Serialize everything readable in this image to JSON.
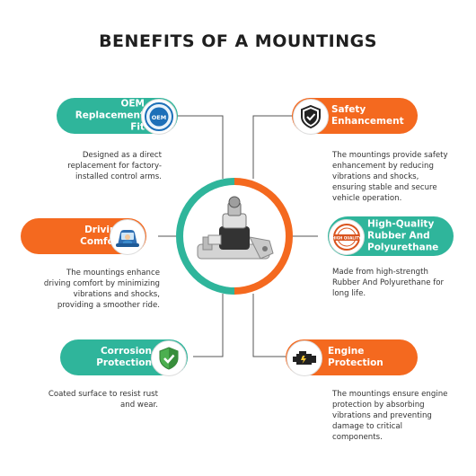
{
  "title": "BENEFITS OF A MOUNTINGS",
  "colors": {
    "teal": "#2fb59b",
    "orange": "#f4691f",
    "connector": "#555555"
  },
  "benefits": [
    {
      "title": "OEM Replacement Fit",
      "icon": "oem-badge-icon",
      "icon_text": "OEM",
      "description": "Designed as a direct replacement for factory-installed control arms."
    },
    {
      "title": "Safety Enhancement",
      "icon": "shield-check-icon",
      "description": "The mountings provide safety enhancement by reducing vibrations and shocks, ensuring stable and secure vehicle operation."
    },
    {
      "title": "Driving Comfort",
      "icon": "driver-icon",
      "description": "The mountings enhance driving comfort by minimizing vibrations and shocks, providing a smoother ride."
    },
    {
      "title": "High-Quality Rubber And Polyurethane",
      "icon": "high-quality-stamp-icon",
      "icon_text": "HIGH QUALITY",
      "description": "Made from high-strength Rubber And Polyurethane for long life."
    },
    {
      "title": "Corrosion Protection",
      "icon": "green-shield-icon",
      "description": "Coated surface to resist rust and wear."
    },
    {
      "title": "Engine Protection",
      "icon": "engine-icon",
      "description": "The mountings ensure engine protection by absorbing vibrations and preventing damage to critical components."
    }
  ],
  "center": {
    "icon": "engine-mount-image"
  }
}
